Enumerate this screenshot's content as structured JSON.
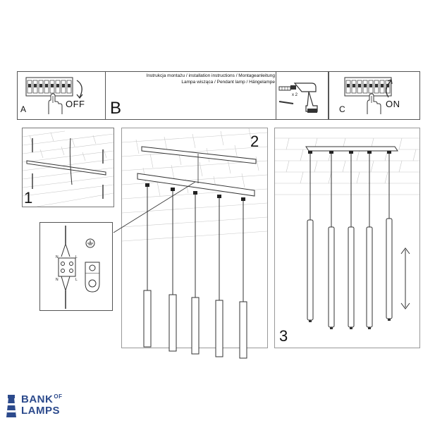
{
  "header": {
    "title_line1": "Instrukcja montażu / installation instructions / Montageanleitung",
    "title_line2": "Lampa wisząca / Pendant lamp / Hängelampe"
  },
  "panels": {
    "a_letter": "A",
    "a_label": "OFF",
    "b_letter": "B",
    "tool_count": "x 2",
    "c_letter": "C",
    "c_label": "ON"
  },
  "steps": {
    "step1": "1",
    "step2": "2",
    "step3": "3"
  },
  "wiring": {
    "terminal_n_top": "N",
    "terminal_l_top": "L",
    "terminal_n_bottom": "N",
    "terminal_l_bottom": "L"
  },
  "brand": {
    "line1": "BANK",
    "of": "OF",
    "line2": "LAMPS"
  },
  "colors": {
    "brand_blue": "#2c4a8c",
    "line": "#333333",
    "ceiling_hatch": "#c8c8c8"
  },
  "icons": [
    "fuse-box-icon",
    "hand-icon",
    "curved-arrow-icon",
    "drill-icon",
    "wall-plug-icon",
    "screw-icon",
    "ground-symbol-icon",
    "lighthouse-logo-icon",
    "up-down-arrow-icon"
  ]
}
